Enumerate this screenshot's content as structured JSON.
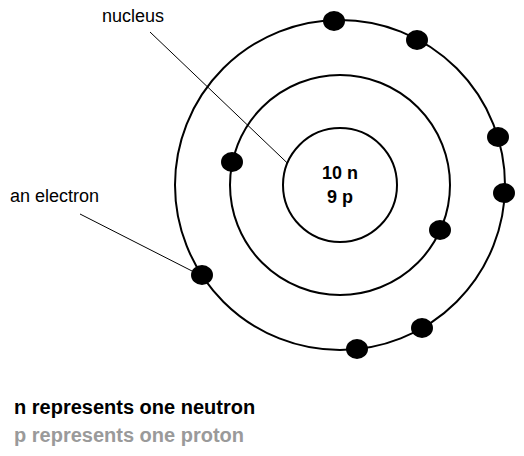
{
  "diagram": {
    "nodes": [
      {
        "text": [
          "10 n",
          "9 p"
        ]
      }
    ],
    "labels": [
      "nucleus",
      "an electron",
      "n represents one neutron",
      "p represents one proton"
    ]
  }
}
